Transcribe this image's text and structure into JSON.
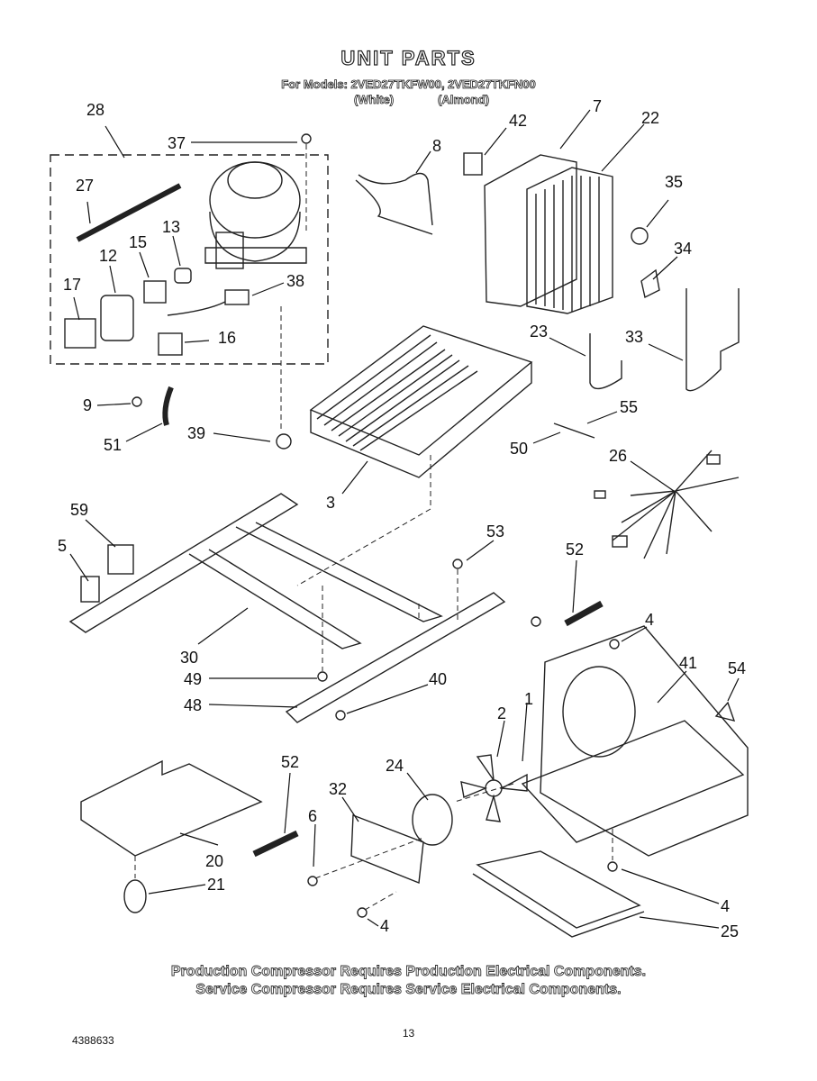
{
  "header": {
    "title": "UNIT PARTS",
    "models_line": "For Models: 2VED27TKFW00, 2VED27TKFN00",
    "color_white": "(White)",
    "color_almond": "(Almond)"
  },
  "footer": {
    "line1": "Production Compressor Requires Production Electrical Components.",
    "line2": "Service Compressor Requires Service Electrical Components.",
    "page_number": "13",
    "document_number": "4388633"
  },
  "callouts": [
    "28",
    "37",
    "27",
    "13",
    "15",
    "12",
    "38",
    "17",
    "16",
    "9",
    "51",
    "39",
    "8",
    "42",
    "7",
    "22",
    "35",
    "34",
    "23",
    "33",
    "55",
    "50",
    "26",
    "3",
    "59",
    "5",
    "53",
    "52",
    "4",
    "41",
    "54",
    "30",
    "49",
    "40",
    "48",
    "2",
    "1",
    "52",
    "24",
    "32",
    "6",
    "20",
    "21",
    "4",
    "4",
    "25"
  ]
}
